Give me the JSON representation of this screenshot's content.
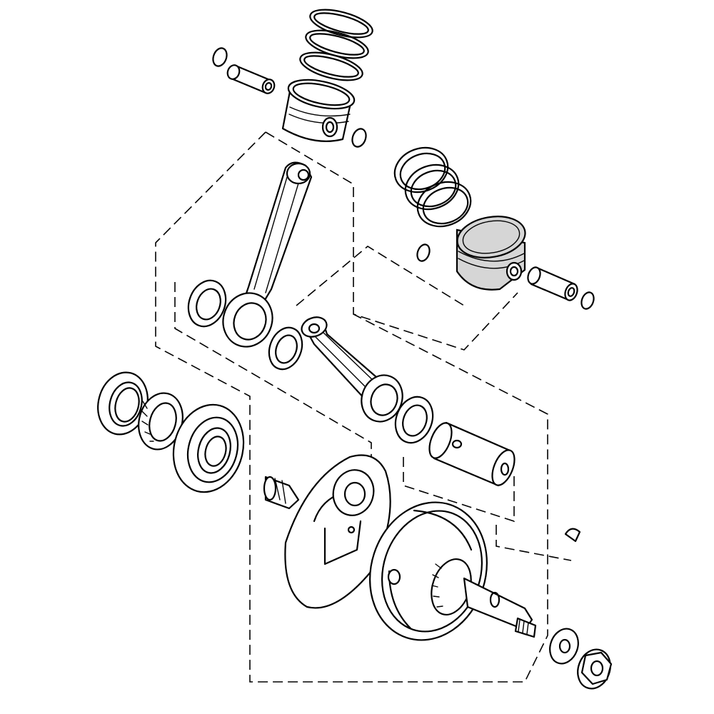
{
  "diagram": {
    "kind": "exploded-view",
    "subject": "crankshaft-piston-assembly",
    "parts": [
      "piston-ring-set-a",
      "piston-pin-a",
      "piston-pin-clip-a",
      "piston-a",
      "connecting-rod-a",
      "piston-ring-set-b",
      "piston-b",
      "piston-pin-b",
      "piston-pin-clip-b",
      "connecting-rod-b",
      "crank-bearing-shims",
      "oil-seal",
      "needle-bearing",
      "ball-bearing",
      "left-crank-web",
      "right-crank-web",
      "crank-pin",
      "woodruff-key",
      "washer",
      "flange-nut"
    ],
    "colors": {
      "line": "#000000",
      "background": "#ffffff",
      "shaded_piston": "#d6d6d6"
    }
  }
}
